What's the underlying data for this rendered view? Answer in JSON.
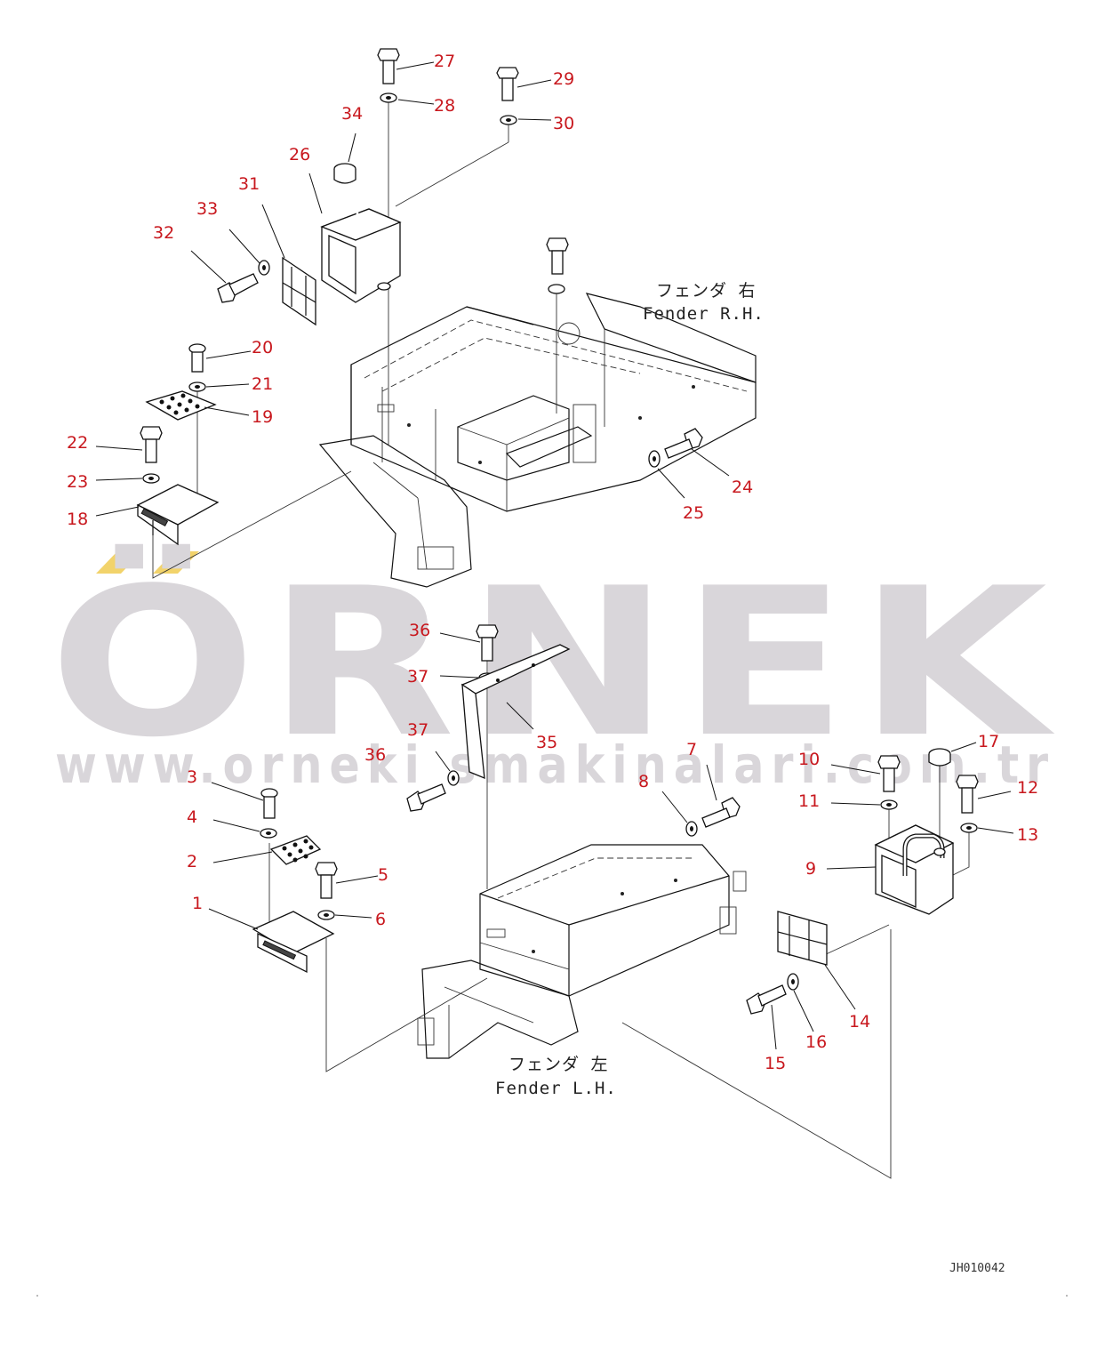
{
  "watermark": {
    "brand": "ÖRNEK",
    "url": "www.orneki smakinalari.com.tr",
    "accent_color": "#f2d36b",
    "text_color": "#d9d6da"
  },
  "fender_labels": {
    "rh_jp": "フェンダ 右",
    "rh_en": "Fender R.H.",
    "lh_jp": "フェンダ 左",
    "lh_en": "Fender L.H."
  },
  "drawing_code": "JH010042",
  "part_numbers": [
    "1",
    "2",
    "3",
    "4",
    "5",
    "6",
    "7",
    "8",
    "9",
    "10",
    "11",
    "12",
    "13",
    "14",
    "15",
    "16",
    "17",
    "18",
    "19",
    "20",
    "21",
    "22",
    "23",
    "24",
    "25",
    "26",
    "27",
    "28",
    "29",
    "30",
    "31",
    "32",
    "33",
    "34",
    "35",
    "36",
    "37",
    "36",
    "37"
  ],
  "colors": {
    "label": "#c8181e",
    "line": "#111111"
  }
}
